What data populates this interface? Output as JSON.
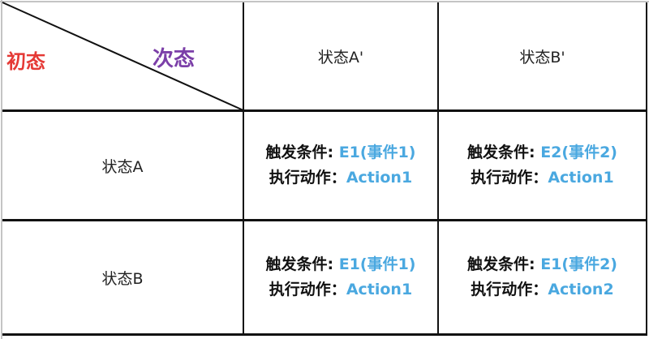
{
  "colors": {
    "from_state": "#e53935",
    "to_state": "#7b3fa8",
    "value_text": "#4aa8e0",
    "border": "#111111",
    "outer_border": "#c4c4c4"
  },
  "corner": {
    "row_axis_label": "初态",
    "col_axis_label": "次态"
  },
  "columns": [
    {
      "label": "状态A'"
    },
    {
      "label": "状态B'"
    }
  ],
  "rows": [
    {
      "label": "状态A",
      "cells": [
        {
          "trigger_label": "触发条件: ",
          "trigger_value": "E1(事件1)",
          "action_label": "执行动作：",
          "action_value": "Action1"
        },
        {
          "trigger_label": "触发条件: ",
          "trigger_value": "E2(事件2)",
          "action_label": "执行动作：",
          "action_value": "Action1"
        }
      ]
    },
    {
      "label": "状态B",
      "cells": [
        {
          "trigger_label": "触发条件: ",
          "trigger_value": "E1(事件1)",
          "action_label": "执行动作：",
          "action_value": "Action1"
        },
        {
          "trigger_label": "触发条件: ",
          "trigger_value": "E1(事件2)",
          "action_label": "执行动作：",
          "action_value": "Action2"
        }
      ]
    }
  ]
}
